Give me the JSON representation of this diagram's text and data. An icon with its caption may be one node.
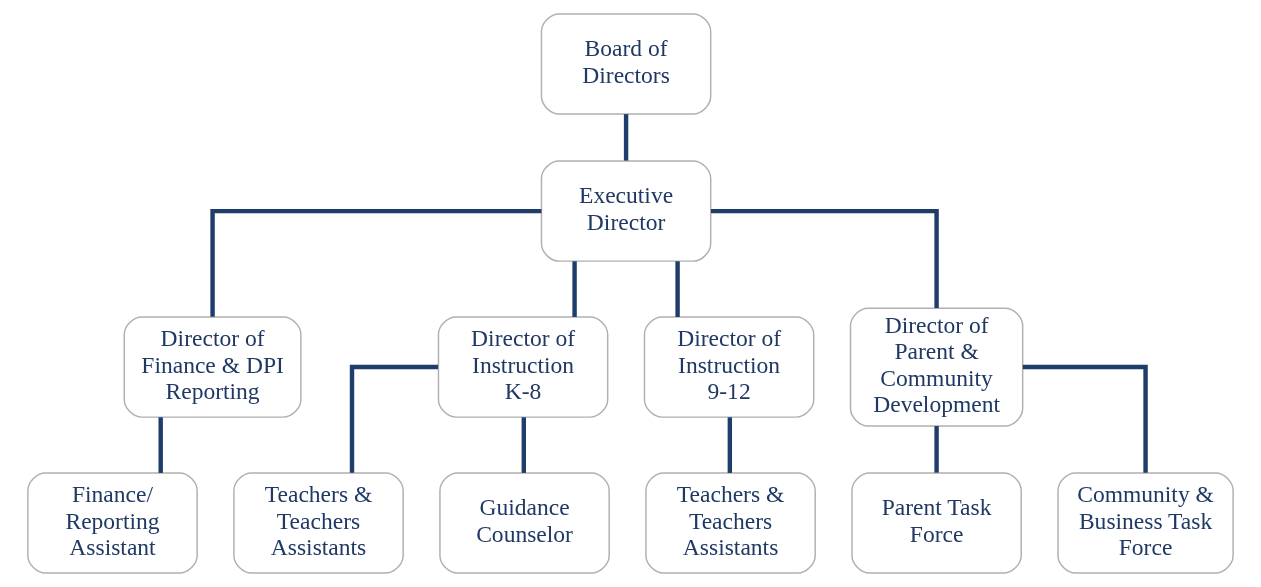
{
  "diagram": {
    "nodes": [
      {
        "text": [
          "Board of Directors"
        ]
      },
      {
        "text": [
          "Executive Director"
        ]
      },
      {
        "text": [
          "Director of Finance & DPI Reporting"
        ]
      },
      {
        "text": [
          "Director of Instruction K-8"
        ]
      },
      {
        "text": [
          "Director of Instruction 9-12"
        ]
      },
      {
        "text": [
          "Director of Parent & Community Development"
        ]
      },
      {
        "text": [
          "Finance/ Reporting Assistant"
        ]
      },
      {
        "text": [
          "Teachers & Teachers Assistants"
        ]
      },
      {
        "text": [
          "Guidance Counselor"
        ]
      },
      {
        "text": [
          "Teachers & Teachers Assistants"
        ]
      },
      {
        "text": [
          "Parent Task Force"
        ]
      },
      {
        "text": [
          "Community & Business Task Force"
        ]
      }
    ],
    "edges": [
      {
        "from": 0,
        "to": 1,
        "arrow": "none"
      },
      {
        "from": 1,
        "to": 2,
        "arrow": "none"
      },
      {
        "from": 1,
        "to": 3,
        "arrow": "none"
      },
      {
        "from": 1,
        "to": 4,
        "arrow": "none"
      },
      {
        "from": 1,
        "to": 5,
        "arrow": "none"
      },
      {
        "from": 2,
        "to": 6,
        "arrow": "none"
      },
      {
        "from": 3,
        "to": 7,
        "arrow": "none"
      },
      {
        "from": 3,
        "to": 8,
        "arrow": "none"
      },
      {
        "from": 4,
        "to": 9,
        "arrow": "none"
      },
      {
        "from": 5,
        "to": 10,
        "arrow": "none"
      },
      {
        "from": 5,
        "to": 11,
        "arrow": "none"
      }
    ]
  }
}
